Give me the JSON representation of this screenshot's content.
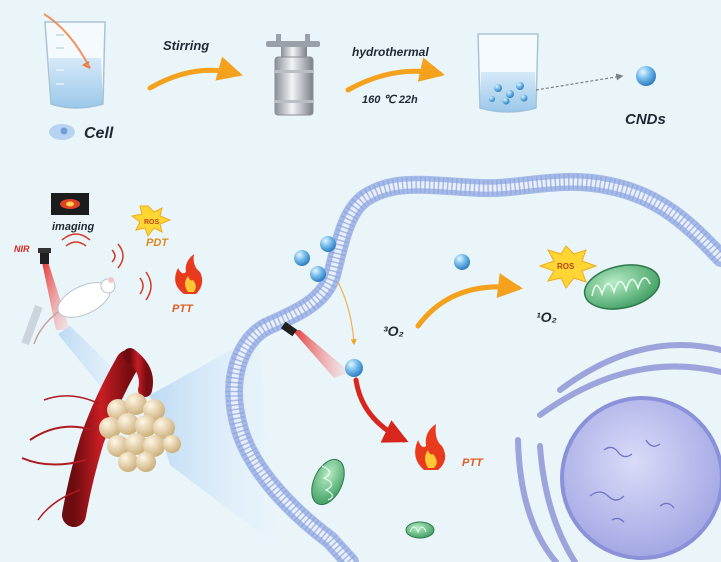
{
  "synthesis": {
    "cell_label": "Cell",
    "step1_label": "Stirring",
    "step2_label": "hydrothermal",
    "step2_condition": "160 ℃ 22h",
    "product_label": "CNDs"
  },
  "therapy": {
    "imaging_label": "imaging",
    "nir_label": "NIR",
    "ros_label": "ROS",
    "pdt_label": "PDT",
    "ptt_label": "PTT",
    "ros_cell_label": "ROS",
    "triplet_oxygen": "³O₂",
    "singlet_oxygen": "¹O₂",
    "ptt_cell_label": "PTT"
  },
  "colors": {
    "background": "#eaf5fa",
    "arrow_orange": "#f4a21e",
    "arrow_red": "#d9261c",
    "membrane": "#9fb4e6",
    "nanoparticle": "#5aa9e0",
    "mitochondria": "#69c08a",
    "vessel": "#a5161b",
    "tumor": "#e6cfa3",
    "ros_star": "#ffd633",
    "nucleus": "#b5b8ea"
  },
  "icons": [
    "beaker-icon",
    "autoclave-icon",
    "mouse-icon",
    "laser-icon",
    "flame-icon",
    "star-burst-icon",
    "mitochondria-icon",
    "nucleus-icon",
    "blood-vessel-icon",
    "tumor-icon"
  ]
}
